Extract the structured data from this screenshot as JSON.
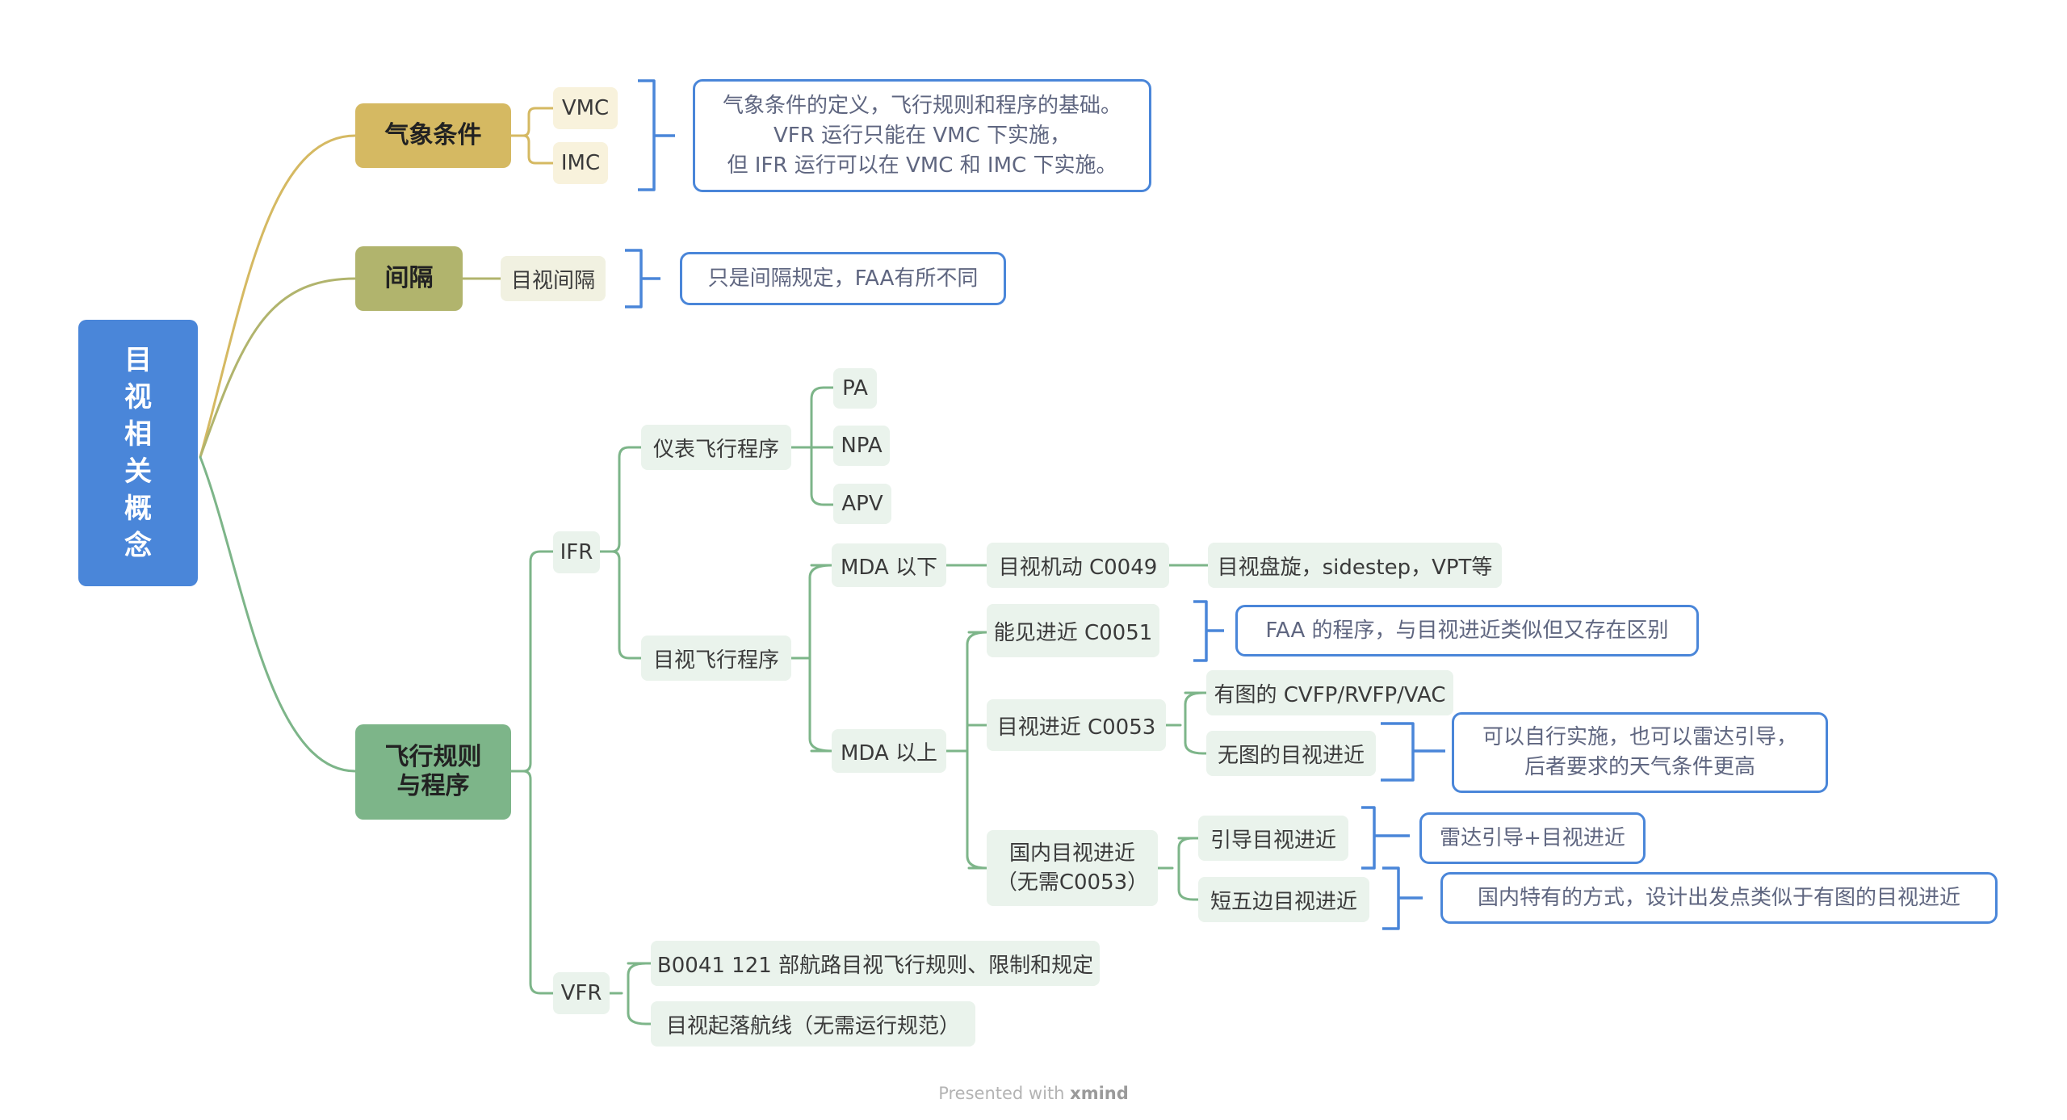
{
  "root": {
    "chars": [
      "目",
      "视",
      "相",
      "关",
      "概",
      "念"
    ]
  },
  "weather": {
    "title": "气象条件",
    "vmc": "VMC",
    "imc": "IMC",
    "note": [
      "气象条件的定义，飞行规则和程序的基础。",
      "VFR 运行只能在 VMC 下实施，",
      "但 IFR 运行可以在 VMC 和 IMC 下实施。"
    ]
  },
  "spacing": {
    "title": "间隔",
    "child": "目视间隔",
    "note": "只是间隔规定，FAA有所不同"
  },
  "rules": {
    "title": [
      "飞行规则",
      "与程序"
    ],
    "ifr": {
      "label": "IFR",
      "instrument": {
        "label": "仪表飞行程序",
        "items": [
          "PA",
          "NPA",
          "APV"
        ]
      },
      "visual": {
        "label": "目视飞行程序",
        "below": {
          "label": "MDA 以下",
          "maneuver": "目视机动 C0049",
          "maneuver_detail": "目视盘旋，sidestep，VPT等"
        },
        "above": {
          "label": "MDA 以上",
          "contact": "能见进近 C0051",
          "contact_note": "FAA 的程序，与目视进近类似但又存在区别",
          "approach": "目视进近 C0053",
          "charted": "有图的 CVFP/RVFP/VAC",
          "uncharted": "无图的目视进近",
          "uncharted_note": [
            "可以自行实施，也可以雷达引导，",
            "后者要求的天气条件更高"
          ],
          "domestic": [
            "国内目视进近",
            "（无需C0053）"
          ],
          "guided": "引导目视进近",
          "guided_note": "雷达引导+目视进近",
          "short": "短五边目视进近",
          "short_note": "国内特有的方式，设计出发点类似于有图的目视进近"
        }
      }
    },
    "vfr": {
      "label": "VFR",
      "b0041": "B0041 121 部航路目视飞行规则、限制和规定",
      "pattern": "目视起落航线（无需运行规范）"
    }
  },
  "footer": {
    "prefix": "Presented with ",
    "brand": "xmind"
  },
  "colors": {
    "root": "#4a86d9",
    "weather": "#d5b962",
    "spacing": "#b1b46d",
    "rules": "#7db589",
    "note_border": "#4a86d9"
  }
}
